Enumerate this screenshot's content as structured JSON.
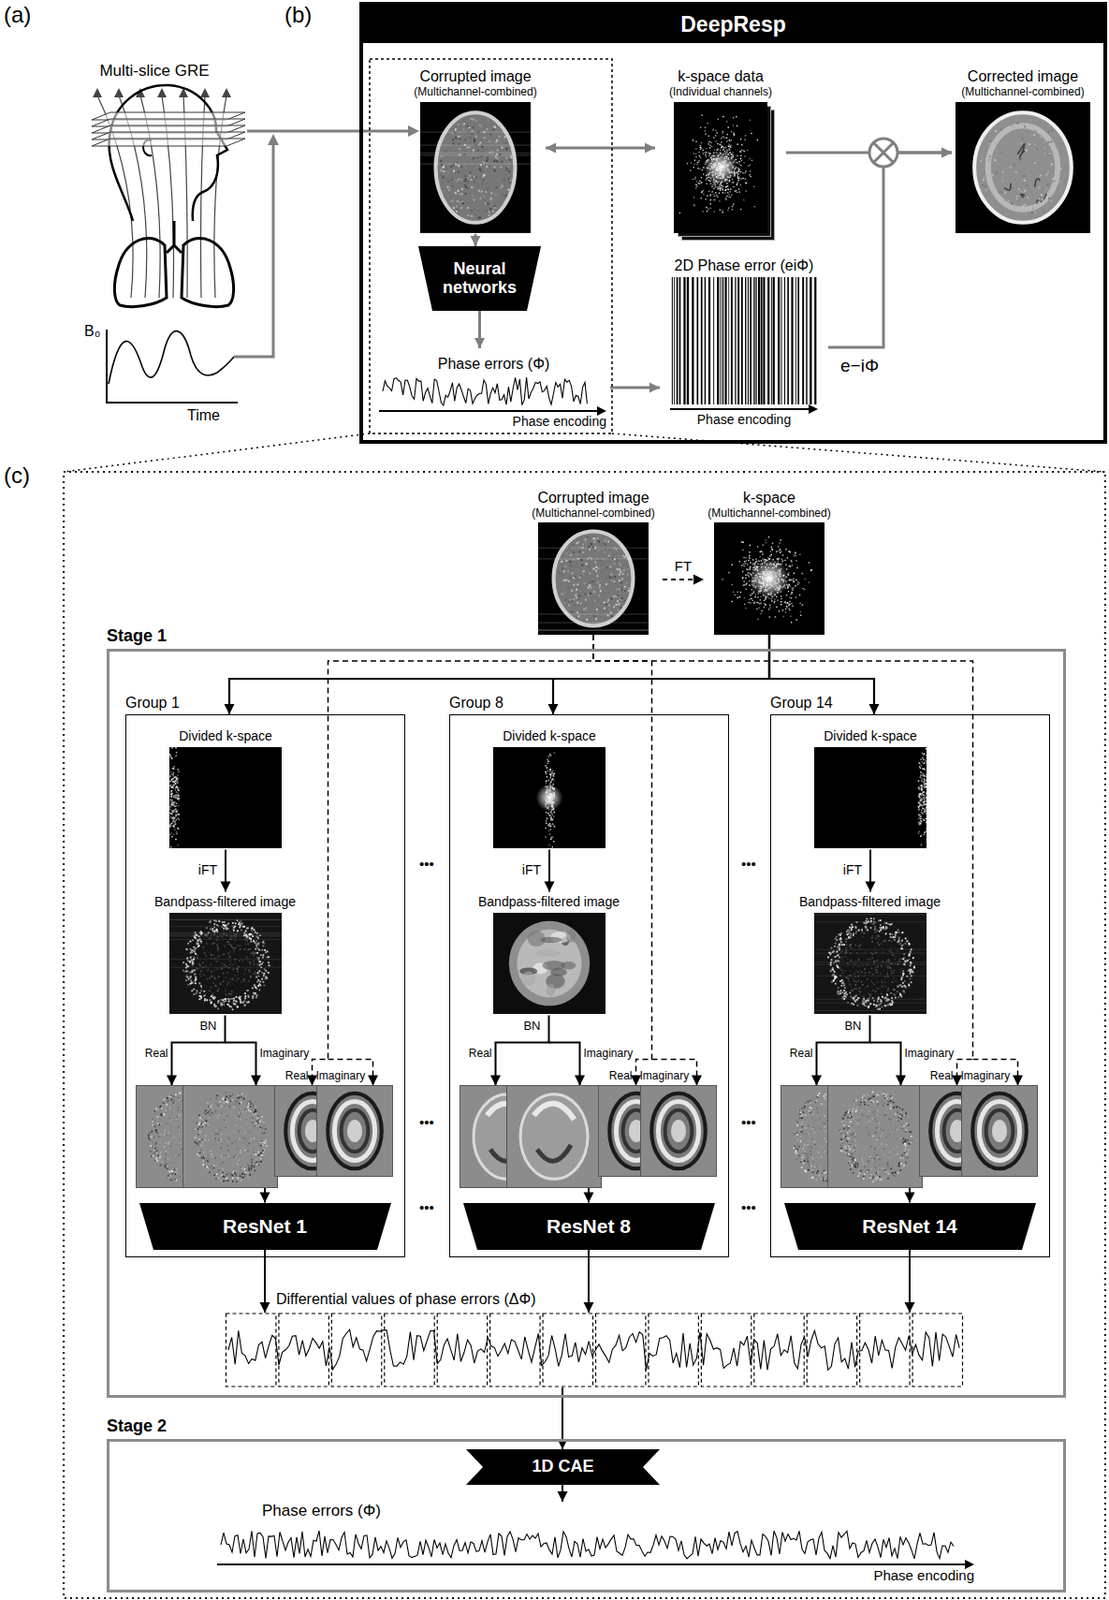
{
  "diagram": {
    "nodes": [
      {
        "text": [
          "DeepResp"
        ]
      },
      {
        "text": [
          "Corrupted image",
          "(Multichannel-combined)"
        ],
        "in": 0
      },
      {
        "text": [
          "k-space data",
          "(Individual channels)"
        ],
        "in": 0
      },
      {
        "text": [
          "Corrected image",
          "(Multichannel-combined)"
        ],
        "in": 0
      },
      {
        "text": [
          "Neural networks"
        ],
        "in": 0
      },
      {
        "text": [
          "Phase errors (Φ)",
          "Phase encoding"
        ],
        "in": 0
      },
      {
        "text": [
          "2D Phase error (eiΦ)",
          "Phase encoding"
        ],
        "in": 0
      },
      {
        "text": [
          "Corrupted image",
          "(Multichannel-combined)"
        ]
      },
      {
        "text": [
          "k-space",
          "(Multichannel-combined)"
        ]
      },
      {
        "text": [
          "Stage 1"
        ]
      },
      {
        "text": [
          "Group 1"
        ],
        "in": 9
      },
      {
        "text": [
          "Divided k-space"
        ],
        "in": 10
      },
      {
        "text": [
          "Bandpass-filtered image"
        ],
        "in": 10
      },
      {
        "text": [
          "Real",
          "Imaginary",
          "Real",
          "Imaginary"
        ],
        "in": 10
      },
      {
        "text": [
          "ResNet 1"
        ],
        "in": 10
      },
      {
        "text": [
          "Group 8"
        ],
        "in": 9
      },
      {
        "text": [
          "Divided k-space"
        ],
        "in": 15
      },
      {
        "text": [
          "Bandpass-filtered image"
        ],
        "in": 15
      },
      {
        "text": [
          "Real",
          "Imaginary",
          "Real",
          "Imaginary"
        ],
        "in": 15
      },
      {
        "text": [
          "ResNet 8"
        ],
        "in": 15
      },
      {
        "text": [
          "Group 14"
        ],
        "in": 9
      },
      {
        "text": [
          "Divided k-space"
        ],
        "in": 20
      },
      {
        "text": [
          "Bandpass-filtered image"
        ],
        "in": 20
      },
      {
        "text": [
          "Real",
          "Imaginary",
          "Real",
          "Imaginary"
        ],
        "in": 20
      },
      {
        "text": [
          "ResNet 14"
        ],
        "in": 20
      },
      {
        "text": [
          "Differential values of phase errors (ΔΦ)"
        ],
        "in": 9
      },
      {
        "text": [
          "Stage 2"
        ]
      },
      {
        "text": [
          "1D CAE"
        ],
        "in": 26
      },
      {
        "text": [
          "Phase errors (Φ)",
          "Phase encoding"
        ],
        "in": 26
      }
    ],
    "edges": [
      {
        "from": 1,
        "to": 2,
        "arrow": "both"
      },
      {
        "from": 1,
        "to": 4,
        "arrow": "to"
      },
      {
        "from": 4,
        "to": 5,
        "arrow": "to"
      },
      {
        "from": 5,
        "to": 6,
        "arrow": "to"
      },
      {
        "from": 2,
        "to": 3,
        "arrow": "to"
      },
      {
        "from": 6,
        "to": 3,
        "arrow": "to"
      },
      {
        "from": 7,
        "to": 8,
        "arrow": "to",
        "label": "FT"
      },
      {
        "from": 8,
        "to": 10,
        "arrow": "to"
      },
      {
        "from": 8,
        "to": 15,
        "arrow": "to"
      },
      {
        "from": 8,
        "to": 20,
        "arrow": "to"
      },
      {
        "from": 7,
        "to": 13,
        "arrow": "to"
      },
      {
        "from": 7,
        "to": 18,
        "arrow": "to"
      },
      {
        "from": 7,
        "to": 23,
        "arrow": "to"
      },
      {
        "from": 11,
        "to": 12,
        "arrow": "to",
        "label": "iFT"
      },
      {
        "from": 12,
        "to": 13,
        "arrow": "to",
        "label": "BN"
      },
      {
        "from": 13,
        "to": 14,
        "arrow": "to"
      },
      {
        "from": 14,
        "to": 25,
        "arrow": "to"
      },
      {
        "from": 16,
        "to": 17,
        "arrow": "to",
        "label": "iFT"
      },
      {
        "from": 17,
        "to": 18,
        "arrow": "to",
        "label": "BN"
      },
      {
        "from": 18,
        "to": 19,
        "arrow": "to"
      },
      {
        "from": 19,
        "to": 25,
        "arrow": "to"
      },
      {
        "from": 21,
        "to": 22,
        "arrow": "to",
        "label": "iFT"
      },
      {
        "from": 22,
        "to": 23,
        "arrow": "to",
        "label": "BN"
      },
      {
        "from": 23,
        "to": 24,
        "arrow": "to"
      },
      {
        "from": 24,
        "to": 25,
        "arrow": "to"
      },
      {
        "from": 25,
        "to": 27,
        "arrow": "to"
      },
      {
        "from": 27,
        "to": 28,
        "arrow": "to"
      }
    ],
    "labels": [
      "(a)",
      "(b)",
      "(c)",
      "Multi-slice GRE",
      "B₀",
      "Time",
      "e−iΦ",
      "•••",
      "•••",
      "•••",
      "•••",
      "•••",
      "•••"
    ]
  }
}
